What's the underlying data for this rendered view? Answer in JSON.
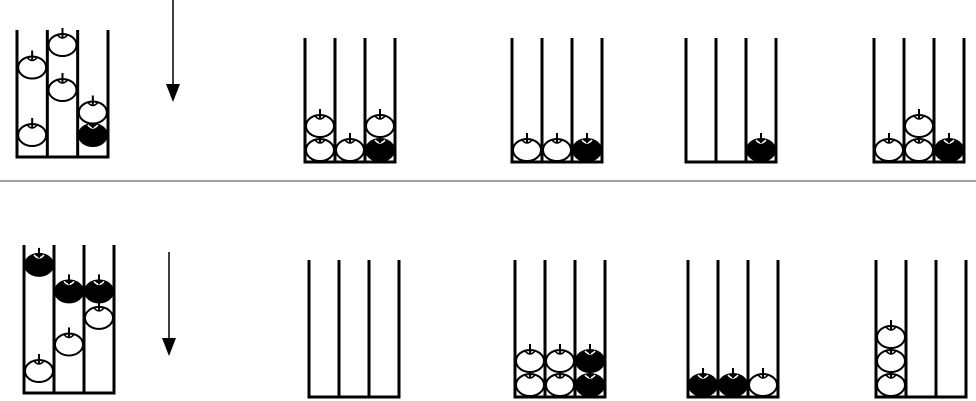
{
  "colors": {
    "background": "#ffffff",
    "stroke": "#000000",
    "apple_white": "#ffffff",
    "apple_black": "#000000"
  },
  "rows": [
    {
      "source": {
        "columns": [
          {
            "apples": [
              {
                "color": "white",
                "level": 1
              },
              {
                "color": "white",
                "level": 4
              }
            ]
          },
          {
            "apples": [
              {
                "color": "white",
                "level": 3
              },
              {
                "color": "white",
                "level": 5
              }
            ]
          },
          {
            "apples": [
              {
                "color": "black",
                "level": 1
              },
              {
                "color": "white",
                "level": 2
              }
            ]
          }
        ]
      },
      "arrow": "down-arrow",
      "options": [
        {
          "columns": [
            [
              "white",
              "white"
            ],
            [
              "white"
            ],
            [
              "black",
              "white"
            ]
          ]
        },
        {
          "columns": [
            [
              "white"
            ],
            [
              "white"
            ],
            [
              "black"
            ]
          ]
        },
        {
          "columns": [
            [],
            [],
            [
              "black"
            ]
          ]
        },
        {
          "columns": [
            [
              "white"
            ],
            [
              "white",
              "white"
            ],
            [
              "black"
            ]
          ]
        }
      ]
    },
    {
      "source": {
        "columns": [
          {
            "apples": [
              {
                "color": "white",
                "level": 1
              },
              {
                "color": "black",
                "level": 5
              }
            ]
          },
          {
            "apples": [
              {
                "color": "white",
                "level": 2
              },
              {
                "color": "black",
                "level": 4
              }
            ]
          },
          {
            "apples": [
              {
                "color": "white",
                "level": 3
              },
              {
                "color": "black",
                "level": 4
              }
            ]
          }
        ]
      },
      "arrow": "down-arrow",
      "options": [
        {
          "columns": [
            [],
            [],
            []
          ]
        },
        {
          "columns": [
            [
              "white",
              "white"
            ],
            [
              "white",
              "white"
            ],
            [
              "black",
              "black"
            ]
          ]
        },
        {
          "columns": [
            [
              "black"
            ],
            [
              "black"
            ],
            [
              "white"
            ]
          ]
        },
        {
          "columns": [
            [
              "white",
              "white",
              "white"
            ],
            [],
            []
          ]
        }
      ]
    }
  ]
}
